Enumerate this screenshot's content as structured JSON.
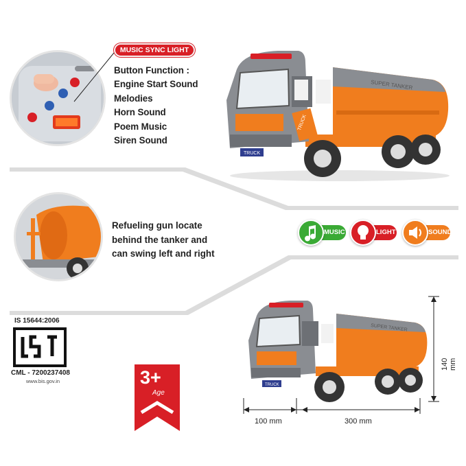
{
  "top_section": {
    "badge": "MUSIC SYNC LIGHT",
    "title": "Button Function :",
    "functions": [
      "Engine Start Sound",
      "Melodies",
      "Horn Sound",
      "Poem Music",
      "Siren Sound"
    ]
  },
  "middle_section": {
    "lines": [
      "Refueling gun locate",
      "behind the tanker and",
      "can swing left and right"
    ]
  },
  "features": [
    {
      "label": "MUSIC",
      "color": "#3aaa35",
      "icon": "music-note-icon"
    },
    {
      "label": "LIGHT",
      "color": "#d81f26",
      "icon": "light-bulb-icon"
    },
    {
      "label": "SOUND",
      "color": "#f07d1e",
      "icon": "speaker-icon"
    }
  ],
  "truck": {
    "brand_text": "SUPER TANKER",
    "side_label": "TRUCK",
    "plate": "TRUCK"
  },
  "certification": {
    "standard": "IS 15644:2006",
    "cml": "CML - 7200237408",
    "url": "www.bis.gov.in"
  },
  "age": {
    "number": "3+",
    "label": "Age"
  },
  "dimensions": {
    "height": "140 mm",
    "depth": "100 mm",
    "length": "300 mm"
  },
  "colors": {
    "orange": "#f07d1e",
    "grey": "#8a8d92",
    "red": "#d81f26",
    "green": "#3aaa35"
  }
}
